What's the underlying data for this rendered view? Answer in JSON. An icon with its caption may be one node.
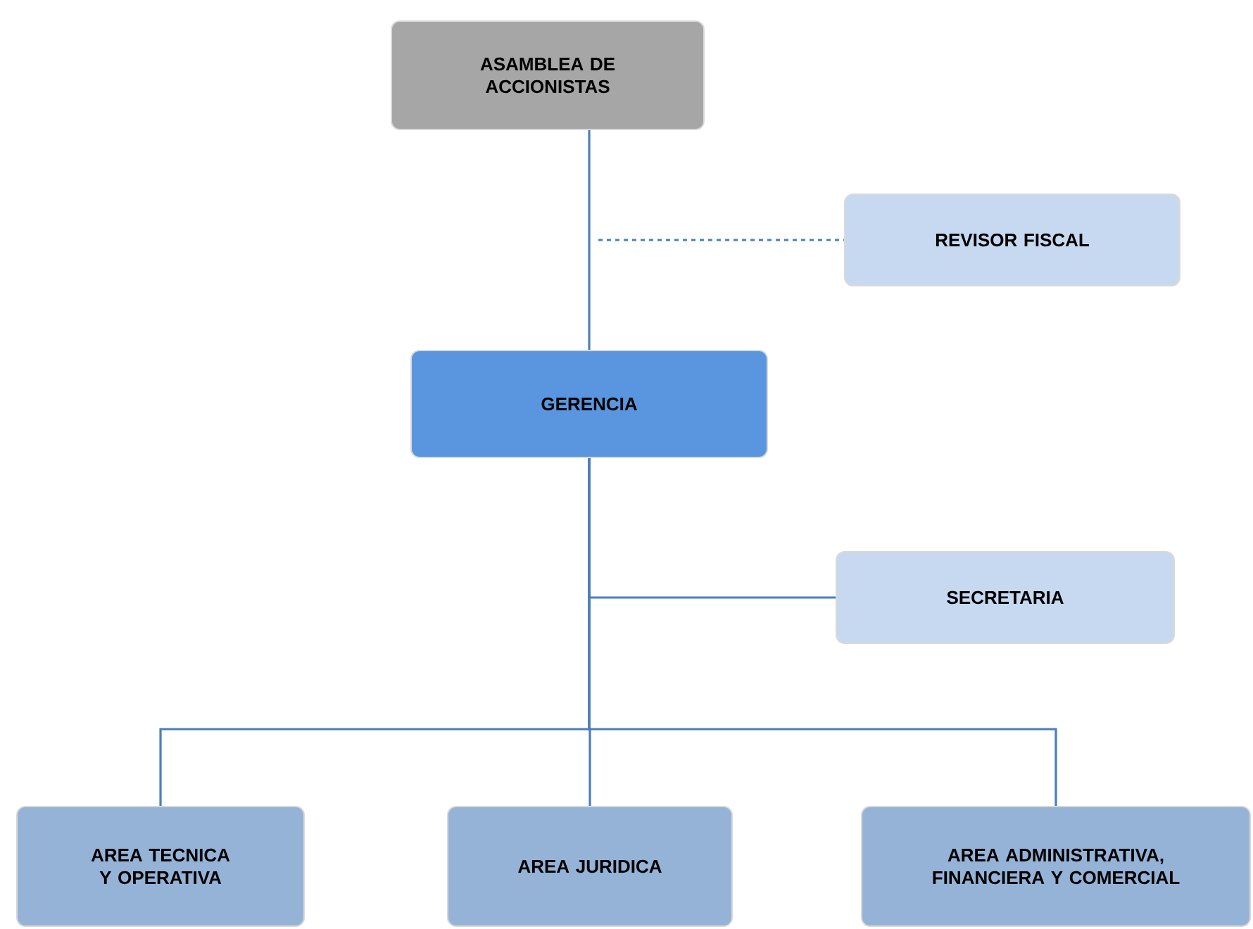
{
  "diagram": {
    "nodes": [
      {
        "text": [
          "ASAMBLEA DE ACCIONISTAS"
        ]
      },
      {
        "text": [
          "REVISOR FISCAL"
        ]
      },
      {
        "text": [
          "GERENCIA"
        ]
      },
      {
        "text": [
          "SECRETARIA"
        ]
      },
      {
        "text": [
          "AREA TECNICA Y OPERATIVA"
        ]
      },
      {
        "text": [
          "AREA JURIDICA"
        ]
      },
      {
        "text": [
          "AREA ADMINISTRATIVA, FINANCIERA Y COMERCIAL"
        ]
      }
    ],
    "edges": [
      {
        "from": 0,
        "to": 2,
        "arrow": "none"
      },
      {
        "from": null,
        "to": 1,
        "arrow": "none",
        "style": "dashed"
      },
      {
        "from": 2,
        "to": 3,
        "arrow": "none"
      },
      {
        "from": 2,
        "to": 4,
        "arrow": "none"
      },
      {
        "from": 2,
        "to": 5,
        "arrow": "none"
      },
      {
        "from": 2,
        "to": 6,
        "arrow": "none"
      }
    ]
  }
}
